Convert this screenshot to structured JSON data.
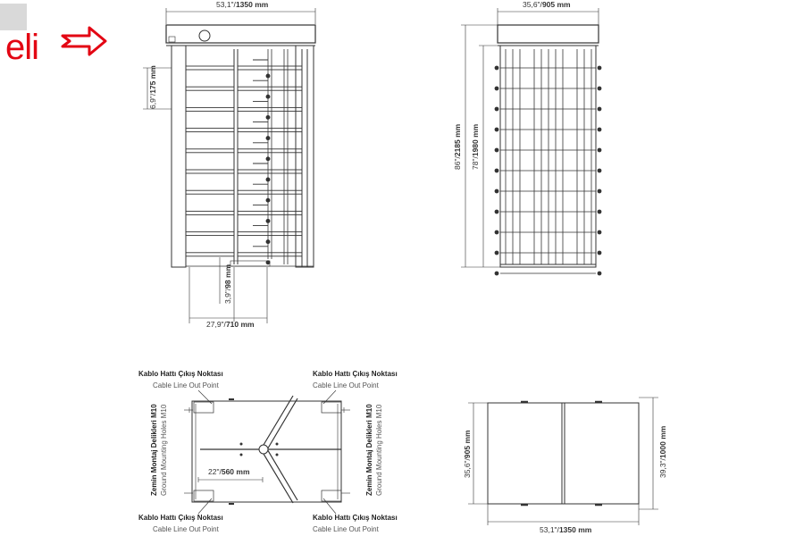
{
  "logo": {
    "text": "eli",
    "brand_color": "#e30613",
    "arrow_icon": "arrow-right-icon"
  },
  "front_view": {
    "width_label_light": "53,1\"/",
    "width_label_bold": "1350 mm",
    "spacing_label_light": "6,9\"/",
    "spacing_label_bold": "175 mm",
    "gap_label_light": "3,9\"/",
    "gap_label_bold": "98 mm",
    "passage_label_light": "27,9\"/",
    "passage_label_bold": "710 mm"
  },
  "side_view": {
    "width_label_light": "35,6\"/",
    "width_label_bold": "905 mm",
    "total_height_light": "86\"/",
    "total_height_bold": "2185 mm",
    "inner_height_light": "78\"/",
    "inner_height_bold": "1980 mm"
  },
  "plan_view": {
    "cable_out_tr": "Kablo Hattı Çıkış Noktası",
    "cable_out_en": "Cable Line Out Point",
    "mounting_tr": "Zemin Montaj Delikleri M10",
    "mounting_en": "Ground Mounting Holes M10",
    "dim_light": "22\"/",
    "dim_bold": "560 mm"
  },
  "roof_view": {
    "depth_light": "35,6\"/",
    "depth_bold": "905 mm",
    "outer_depth_light": "39,3\"/",
    "outer_depth_bold": "1000 mm",
    "width_light": "53,1\"/",
    "width_bold": "1350 mm"
  }
}
